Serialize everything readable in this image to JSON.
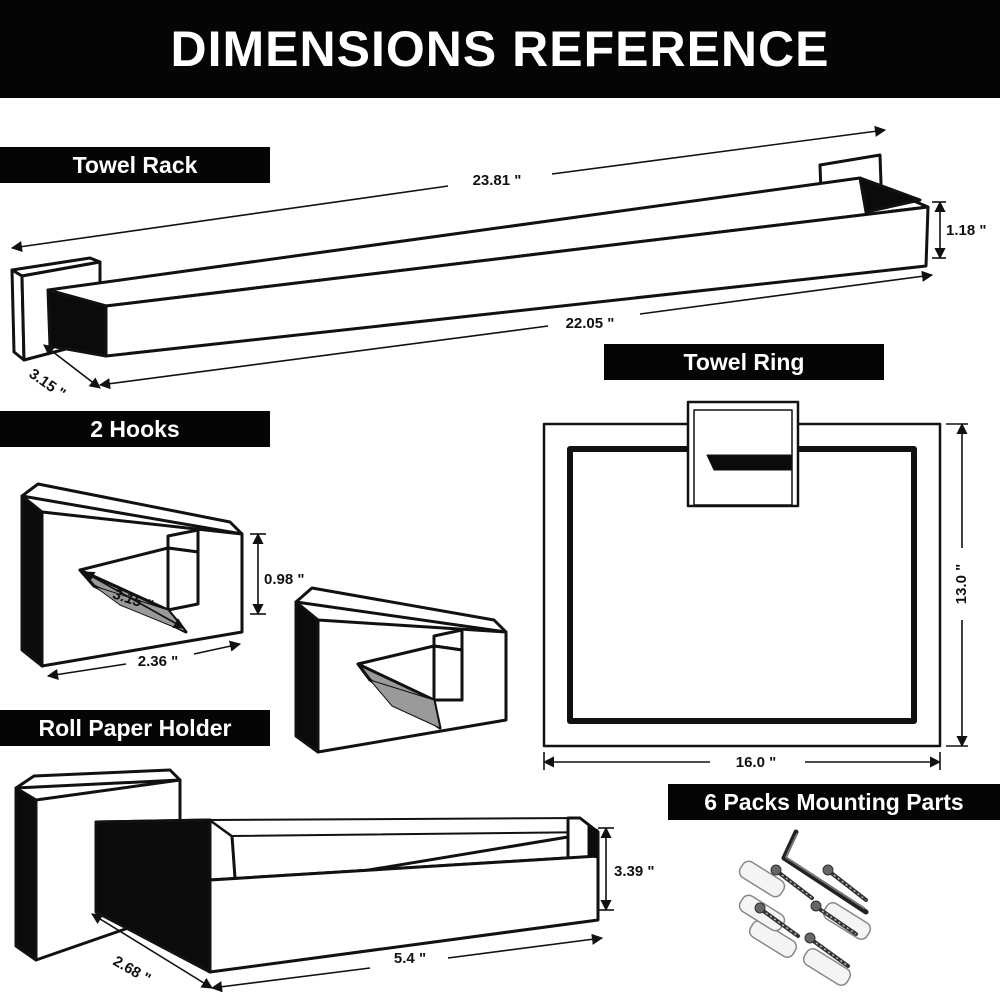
{
  "title": "DIMENSIONS REFERENCE",
  "sections": {
    "towel_rack": {
      "label": "Towel Rack",
      "overall_length": "23.81 \"",
      "bar_length": "22.05 \"",
      "height": "1.18 \"",
      "depth": "3.15 \""
    },
    "towel_ring": {
      "label": "Towel Ring",
      "height": "13.0 \"",
      "width": "16.0 \""
    },
    "hooks": {
      "label": "2 Hooks",
      "height": "0.98 \"",
      "width": "2.36 \"",
      "depth": "3.15 \""
    },
    "roll_paper_holder": {
      "label": "Roll Paper Holder",
      "height": "3.39 \"",
      "length": "5.4 \"",
      "depth": "2.68 \""
    },
    "mounting_parts": {
      "label": "6 Packs Mounting Parts"
    }
  }
}
